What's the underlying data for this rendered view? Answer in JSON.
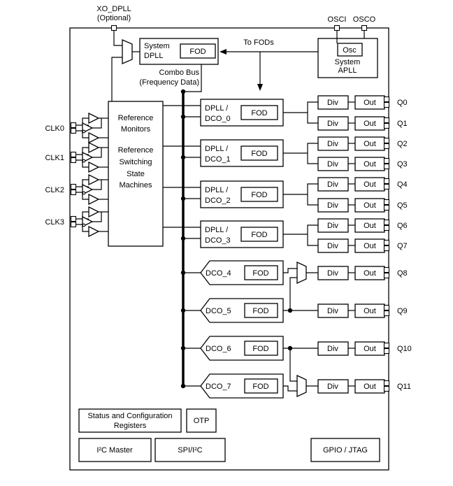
{
  "pins_top": {
    "xo_dpll": "XO_DPLL",
    "xo_optional": "(Optional)",
    "osci": "OSCI",
    "osco": "OSCO"
  },
  "system_dpll": {
    "line1": "System",
    "line2": "DPLL",
    "fod": "FOD"
  },
  "system_apll": {
    "osc": "Osc",
    "line1": "System",
    "line2": "APLL"
  },
  "to_fods": "To FODs",
  "combo_bus": {
    "line1": "Combo Bus",
    "line2": "(Frequency Data)"
  },
  "reference_block": {
    "lines": [
      "Reference",
      "Monitors",
      "Reference",
      "Switching",
      "State",
      "Machines"
    ]
  },
  "clock_inputs": [
    "CLK0",
    "CLK1",
    "CLK2",
    "CLK3"
  ],
  "dpll_channels": [
    {
      "line1": "DPLL /",
      "line2": "DCO_0",
      "fod": "FOD"
    },
    {
      "line1": "DPLL /",
      "line2": "DCO_1",
      "fod": "FOD"
    },
    {
      "line1": "DPLL /",
      "line2": "DCO_2",
      "fod": "FOD"
    },
    {
      "line1": "DPLL /",
      "line2": "DCO_3",
      "fod": "FOD"
    }
  ],
  "dco_channels": [
    {
      "label": "DCO_4",
      "fod": "FOD"
    },
    {
      "label": "DCO_5",
      "fod": "FOD"
    },
    {
      "label": "DCO_6",
      "fod": "FOD"
    },
    {
      "label": "DCO_7",
      "fod": "FOD"
    }
  ],
  "outputs": [
    {
      "div": "Div",
      "out": "Out",
      "pin": "Q0"
    },
    {
      "div": "Div",
      "out": "Out",
      "pin": "Q1"
    },
    {
      "div": "Div",
      "out": "Out",
      "pin": "Q2"
    },
    {
      "div": "Div",
      "out": "Out",
      "pin": "Q3"
    },
    {
      "div": "Div",
      "out": "Out",
      "pin": "Q4"
    },
    {
      "div": "Div",
      "out": "Out",
      "pin": "Q5"
    },
    {
      "div": "Div",
      "out": "Out",
      "pin": "Q6"
    },
    {
      "div": "Div",
      "out": "Out",
      "pin": "Q7"
    },
    {
      "div": "Div",
      "out": "Out",
      "pin": "Q8"
    },
    {
      "div": "Div",
      "out": "Out",
      "pin": "Q9"
    },
    {
      "div": "Div",
      "out": "Out",
      "pin": "Q10"
    },
    {
      "div": "Div",
      "out": "Out",
      "pin": "Q11"
    }
  ],
  "bottom_blocks": {
    "status_line1": "Status and Configuration",
    "status_line2": "Registers",
    "otp": "OTP",
    "i2c_master": "I²C Master",
    "spi_i2c": "SPI/I²C",
    "gpio_jtag": "GPIO / JTAG"
  }
}
